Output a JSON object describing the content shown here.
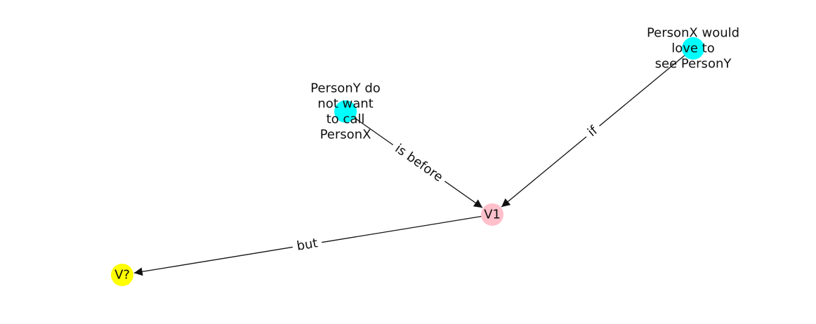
{
  "nodes": [
    {
      "id": "n_persony",
      "label_lines": [
        "PersonY do",
        "not want",
        "to call",
        "PersonX"
      ],
      "color": "#00ffff"
    },
    {
      "id": "n_personx",
      "label_lines": [
        "PersonX would",
        "love to",
        "see PersonY"
      ],
      "color": "#00ffff"
    },
    {
      "id": "n_v1",
      "label_lines": [
        "V1"
      ],
      "color": "#ffc0cb"
    },
    {
      "id": "n_vq",
      "label_lines": [
        "V?"
      ],
      "color": "#ffff00"
    }
  ],
  "edges": [
    {
      "from": "n_persony",
      "to": "n_v1",
      "label": "is before"
    },
    {
      "from": "n_personx",
      "to": "n_v1",
      "label": "if"
    },
    {
      "from": "n_v1",
      "to": "n_vq",
      "label": "but"
    }
  ]
}
